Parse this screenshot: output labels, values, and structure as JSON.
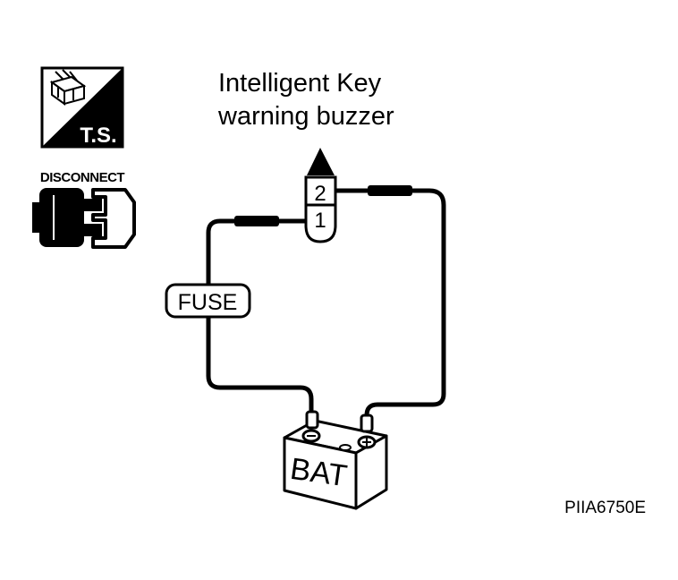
{
  "title": {
    "line1": "Intelligent Key",
    "line2": "warning buzzer"
  },
  "icons": {
    "ts_badge": {
      "label": "T.S.",
      "icon": "wiring-connector-icon"
    },
    "disconnect": {
      "label": "DISCONNECT",
      "icon": "connector-plug-icon"
    }
  },
  "buzzer": {
    "terminal_top": "2",
    "terminal_bottom": "1"
  },
  "fuse": {
    "label": "FUSE"
  },
  "battery": {
    "label": "BAT"
  },
  "figure_id": "PIIA6750E",
  "colors": {
    "ink": "#000000",
    "paper": "#ffffff"
  }
}
